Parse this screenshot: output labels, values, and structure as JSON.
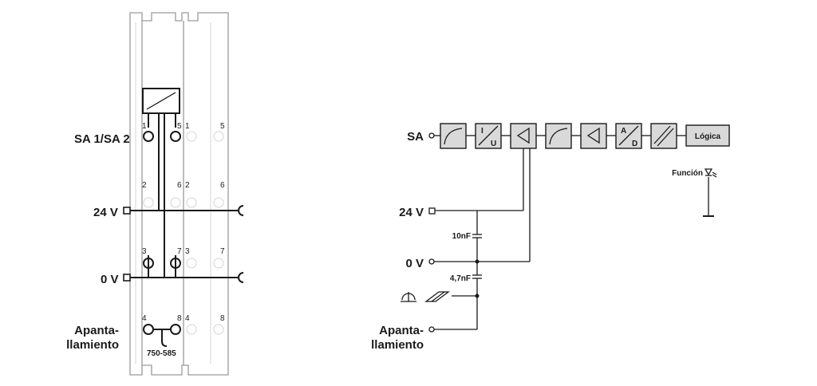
{
  "left_diagram": {
    "labels": {
      "sa": "SA 1/SA 2",
      "v24": "24 V",
      "v0": "0 V",
      "shield_1": "Apanta-",
      "shield_2": "llamiento",
      "model": "750-585"
    },
    "terminals_a": {
      "t1": "1",
      "t2": "2",
      "t3": "3",
      "t4": "4",
      "t5": "5",
      "t6": "6",
      "t7": "7",
      "t8": "8"
    },
    "terminals_b": {
      "t1": "1",
      "t2": "2",
      "t3": "3",
      "t4": "4",
      "t5": "5",
      "t6": "6",
      "t7": "7",
      "t8": "8"
    }
  },
  "right_diagram": {
    "labels": {
      "sa": "SA",
      "v24": "24 V",
      "v0": "0 V",
      "shield_1": "Apanta-",
      "shield_2": "llamiento",
      "cap1": "10nF",
      "cap2": "4,7nF",
      "logic": "Lógica",
      "function": "Función"
    },
    "blocks": {
      "iu_i": "I",
      "iu_u": "U",
      "ad_a": "A",
      "ad_d": "D"
    }
  },
  "colors": {
    "line": "#1a1a1a",
    "block_fill": "#d9d9d9",
    "housing": "#9a9a9a"
  }
}
